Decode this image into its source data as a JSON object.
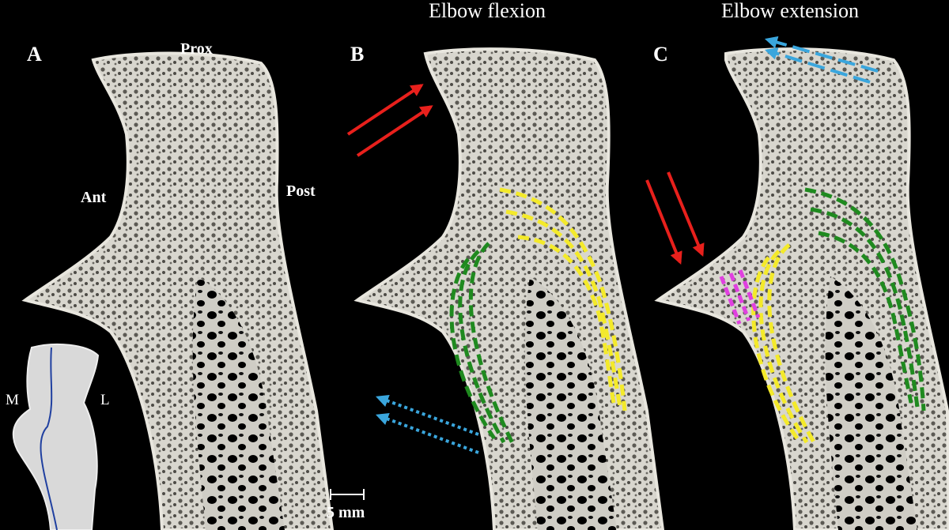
{
  "figure": {
    "panel_a_label": "A",
    "panel_b_label": "B",
    "panel_c_label": "C",
    "panel_b_title": "Elbow flexion",
    "panel_c_title": "Elbow extension",
    "orientation": {
      "proximal": "Prox",
      "anterior": "Ant",
      "posterior": "Post"
    },
    "inset": {
      "medial": "M",
      "lateral": "L"
    },
    "scale_bar_label": "5 mm"
  },
  "colors": {
    "background": "#000000",
    "bone": "#dcdad2",
    "bone_shadow": "#8a877e",
    "force_arrow": "#e8201c",
    "tension_arrow": "#3aa6dd",
    "trabecular_green": "#1f8a1f",
    "trabecular_yellow": "#f4ea2a",
    "trabecular_magenta": "#e040e0",
    "inset_line": "#2040a0"
  },
  "icons": {
    "compression": "red-solid-arrow-icon",
    "tension": "blue-dotted-arrow-icon"
  }
}
